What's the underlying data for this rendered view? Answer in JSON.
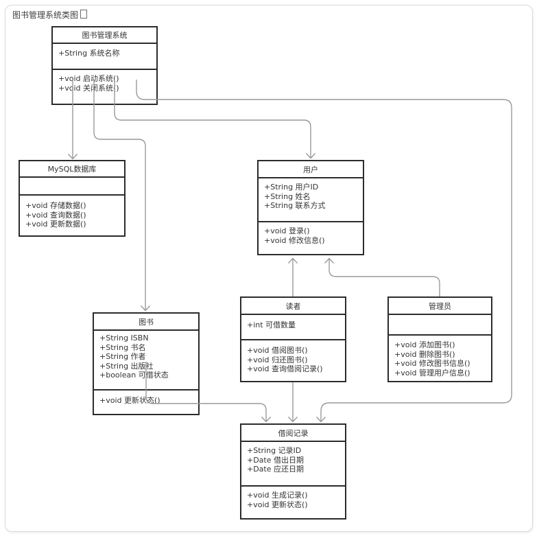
{
  "page": {
    "title": "图书管理系统类图"
  },
  "diagram": {
    "classes": [
      {
        "id": "system",
        "name": "图书管理系统",
        "attributes": [
          "+String 系统名称"
        ],
        "methods": [
          "+void 启动系统()",
          "+void 关闭系统()"
        ]
      },
      {
        "id": "mysql",
        "name": "MySQL数据库",
        "attributes": [],
        "methods": [
          "+void 存储数据()",
          "+void 查询数据()",
          "+void 更新数据()"
        ]
      },
      {
        "id": "user",
        "name": "用户",
        "attributes": [
          "+String 用户ID",
          "+String 姓名",
          "+String 联系方式"
        ],
        "methods": [
          "+void 登录()",
          "+void 修改信息()"
        ]
      },
      {
        "id": "reader",
        "name": "读者",
        "attributes": [
          "+int 可借数量"
        ],
        "methods": [
          "+void 借阅图书()",
          "+void 归还图书()",
          "+void 查询借阅记录()"
        ]
      },
      {
        "id": "admin",
        "name": "管理员",
        "attributes": [],
        "methods": [
          "+void 添加图书()",
          "+void 删除图书()",
          "+void 修改图书信息()",
          "+void 管理用户信息()"
        ]
      },
      {
        "id": "book",
        "name": "图书",
        "attributes": [
          "+String ISBN",
          "+String 书名",
          "+String 作者",
          "+String 出版社",
          "+boolean 可借状态"
        ],
        "methods": [
          "+void 更新状态()"
        ]
      },
      {
        "id": "record",
        "name": "借阅记录",
        "attributes": [
          "+String 记录ID",
          "+Date 借出日期",
          "+Date 应还日期"
        ],
        "methods": [
          "+void 生成记录()",
          "+void 更新状态()"
        ]
      }
    ],
    "edges": [
      {
        "from": "图书管理系统",
        "to": "MySQL数据库"
      },
      {
        "from": "图书管理系统",
        "to": "图书"
      },
      {
        "from": "图书管理系统",
        "to": "用户"
      },
      {
        "from": "图书管理系统",
        "to": "借阅记录"
      },
      {
        "from": "图书",
        "to": "借阅记录"
      },
      {
        "from": "读者",
        "to": "借阅记录"
      },
      {
        "from": "读者",
        "to": "用户"
      },
      {
        "from": "管理员",
        "to": "用户"
      }
    ]
  },
  "colors": {
    "box_border": "#2b2b2b",
    "edge": "#999999",
    "text": "#333333",
    "card_border": "#d8d8d8"
  }
}
